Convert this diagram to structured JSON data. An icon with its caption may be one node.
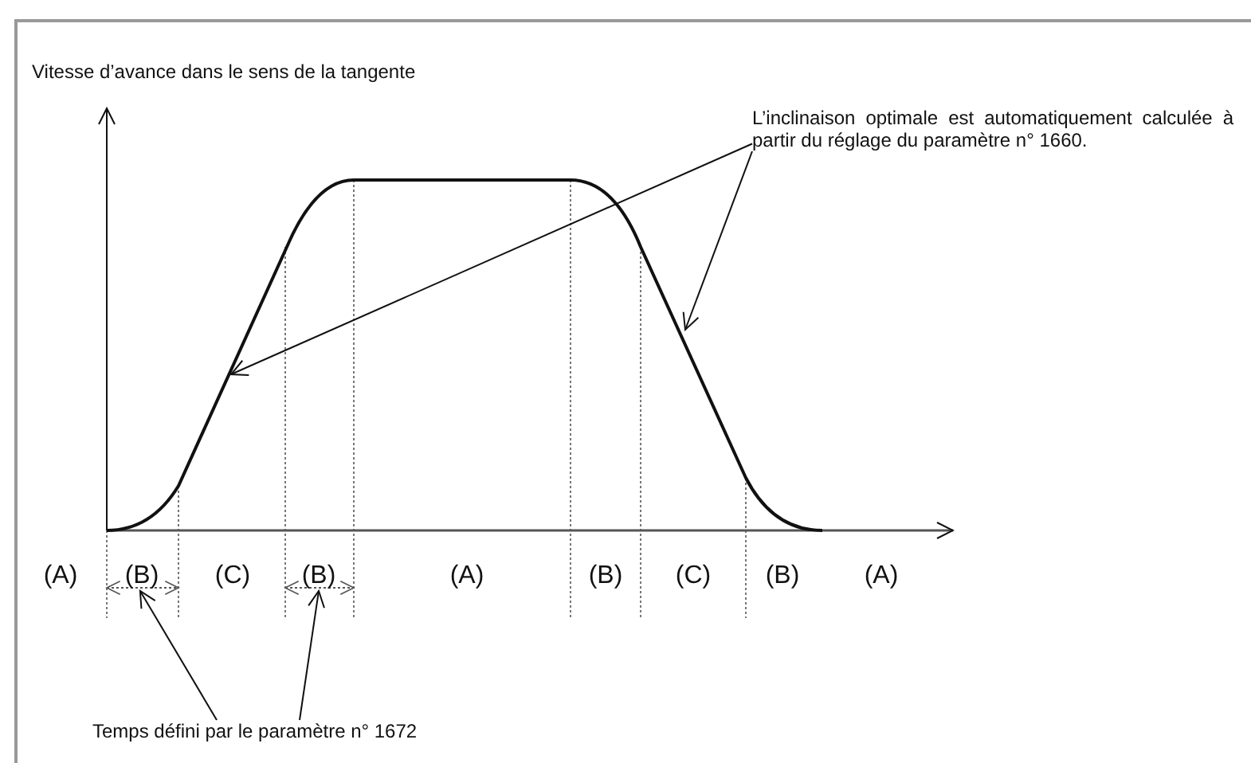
{
  "diagram": {
    "nodes": [
      {
        "text": [
          "L’inclinaison optimale est automatiquement calculée à partir du réglage du paramètre n° 1660."
        ]
      },
      {
        "text": [
          "(B)"
        ]
      },
      {
        "text": [
          "(B)"
        ]
      },
      {
        "text": [
          "Temps défini par le paramètre n° 1672"
        ]
      }
    ],
    "edges": [
      {
        "from": 0,
        "to": null,
        "arrow": "to"
      },
      {
        "from": 0,
        "to": null,
        "arrow": "to"
      },
      {
        "from": 3,
        "to": 1,
        "arrow": "to"
      },
      {
        "from": 3,
        "to": 2,
        "arrow": "to"
      }
    ],
    "labels": [
      "Vitesse d’avance dans le sens de la tangente",
      "(A)",
      "(C)",
      "(A)",
      "(B)",
      "(C)",
      "(B)",
      "(A)"
    ]
  }
}
